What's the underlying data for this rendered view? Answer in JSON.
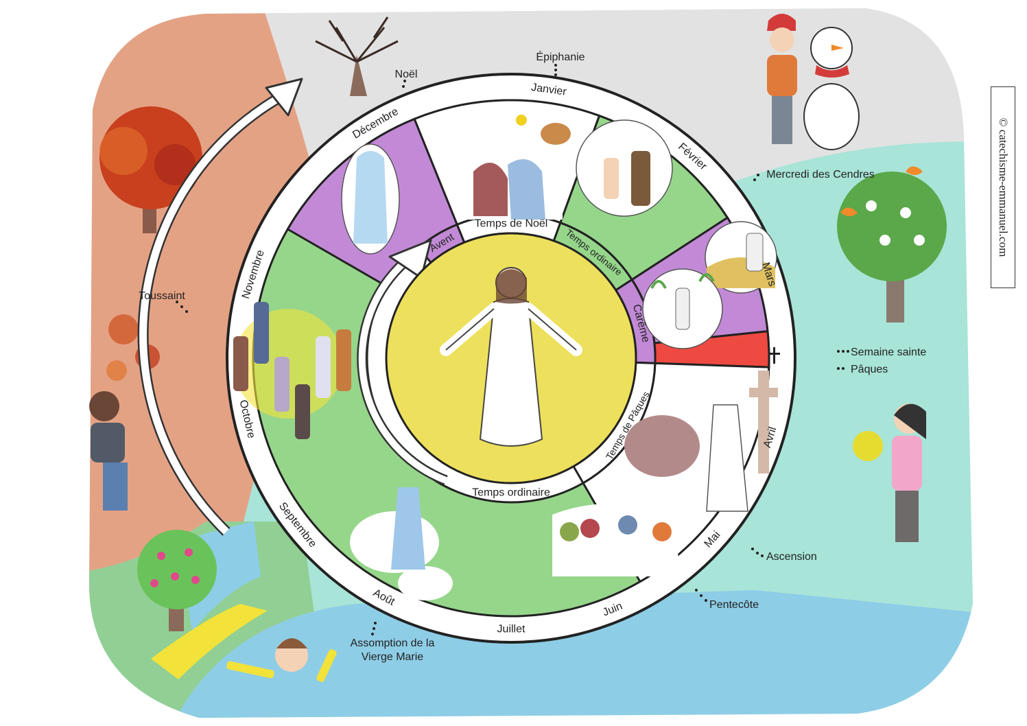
{
  "copyright": "© catechisme-emmanuel.com",
  "months": {
    "decembre": "Décembre",
    "janvier": "Janvier",
    "fevrier": "Février",
    "mars": "Mars",
    "avril": "Avril",
    "mai": "Mai",
    "juin": "Juin",
    "juillet": "Juillet",
    "aout": "Août",
    "septembre": "Septembre",
    "octobre": "Octobre",
    "novembre": "Novembre"
  },
  "seasons": {
    "avent": "Avent",
    "temps_noel": "Temps de Noël",
    "temps_ordinaire_1": "Temps ordinaire",
    "careme": "Carême",
    "temps_paques": "Temps de Pâques",
    "temps_ordinaire_2": "Temps ordinaire"
  },
  "feasts": {
    "noel": "Noël",
    "epiphanie": "Épiphanie",
    "mercredi_cendres": "Mercredi des Cendres",
    "semaine_sainte": "Semaine sainte",
    "paques": "Pâques",
    "ascension": "Ascension",
    "pentecote": "Pentecôte",
    "assomption_1": "Assomption de la",
    "assomption_2": "Vierge Marie",
    "toussaint": "Toussaint"
  },
  "colors": {
    "purple": "#c28ad6",
    "green": "#96d68b",
    "yellow": "#ede05c",
    "red": "#ee4a42",
    "white": "#ffffff",
    "autumn": "#e4a285",
    "winter": "#e2e2e2",
    "spring": "#a8e4d8",
    "summer": "#8ecde6"
  }
}
